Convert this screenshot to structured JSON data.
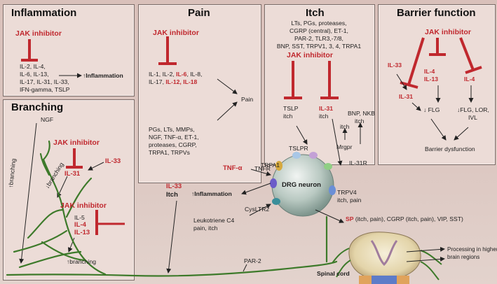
{
  "inflammation": {
    "title": "Inflammation",
    "jak": "JAK inhibitor",
    "cytokines": [
      "IL-2, IL-4,",
      "IL-6, IL-13,",
      "IL-17, IL-31, IL-33,",
      "IFN-gamma, TSLP"
    ],
    "result": "↑Inflammation"
  },
  "pain": {
    "title": "Pain",
    "jak": "JAK inhibitor",
    "line1_a": "IL-1, IL-2, ",
    "line1_red": "IL-6",
    "line1_b": ", IL-8,",
    "line2_a": "IL-17, ",
    "line2_red": "IL-12, IL-18",
    "result": "Pain",
    "mediators": [
      "PGs, LTs, MMPs,",
      "NGF, TNF-α, ET-1,",
      "proteases, CGRP,",
      "TRPA1, TRPVs"
    ]
  },
  "itch": {
    "title": "Itch",
    "mediators": [
      "LTs, PGs, proteases,",
      "CGRP (central), ET-1,",
      "PAR-2, TLR3,-7/8,",
      "BNP, SST, TRPV1, 3, 4, TRPA1"
    ],
    "jak": "JAK inhibitor",
    "tslp": "TSLP",
    "tslp_itch": "itch",
    "il31": "IL-31",
    "il31_itch": "itch",
    "bnp": "BNP, NKB",
    "bnp_itch": "itch",
    "itch_mid": "itch"
  },
  "barrier": {
    "title": "Barrier function",
    "jak": "JAK inhibitor",
    "il33": "IL-33",
    "il4_a": "IL-4",
    "il13": "IL-13",
    "il4_b": "IL-4",
    "il31": "IL-31",
    "flg": "↓ FLG",
    "flg_lor": "↓FLG, LOR,",
    "ivl": "IVL",
    "result": "Barrier dysfunction"
  },
  "branching": {
    "title": "Branching",
    "ngf": "NGF",
    "jak1": "JAK inhibitor",
    "il33": "IL-33",
    "il31": "IL-31",
    "branching_up": "↑branching",
    "branching_down": "↓branching",
    "jak2": "JAK inhibitor",
    "il5": "IL-5",
    "il4": "IL-4",
    "il13": "IL-13",
    "branching_up2": "↑branching"
  },
  "center": {
    "il33": "IL-33",
    "itch": "Itch",
    "tnf": "TNF-α",
    "tnfr": "TNFR",
    "inflammation": "↑Inflammation",
    "lt_c4": "Leukotriene C4",
    "lt_c4_2": "pain, itch",
    "cysltr2": "CysLTR2",
    "tslpr": "TSLPR",
    "trpa1": "TRPA1",
    "mrgpr": "Mrgpr",
    "il31r": "IL-31R",
    "trpv4": "TRPV4",
    "trpv4_2": "itch, pain",
    "drg": "DRG neuron",
    "sp_red": "SP",
    "sp_rest": " (itch, pain), CGRP (itch, pain), VIP, SST)",
    "par2": "PAR-2",
    "spinal": "Spinal cord",
    "processing": "Processing in higher",
    "processing2": "brain regions"
  }
}
